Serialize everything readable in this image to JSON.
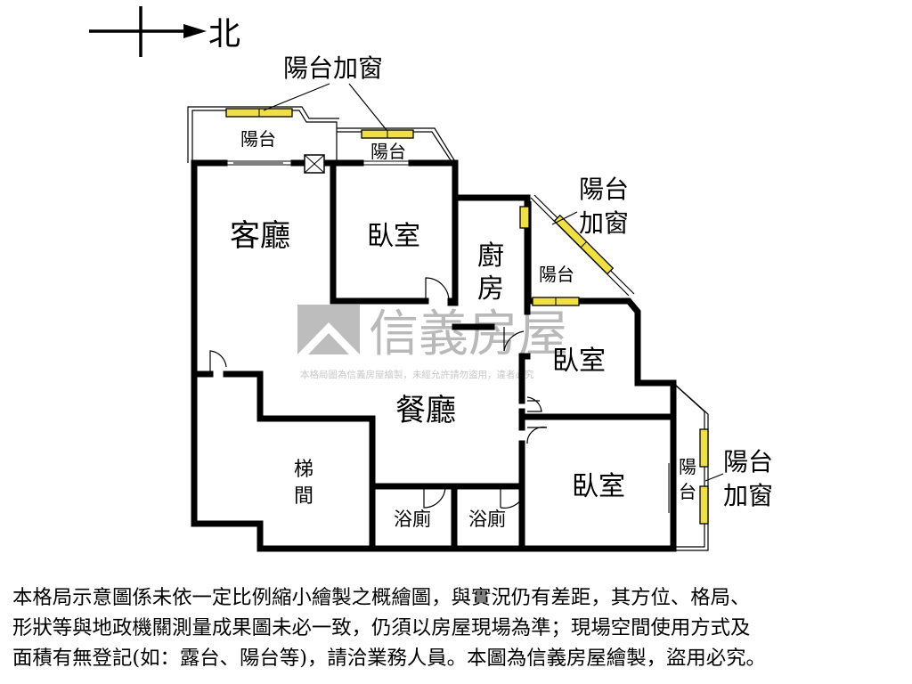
{
  "compass": {
    "north_label": "北"
  },
  "rooms": {
    "living_room": "客廳",
    "bedroom_top": "臥室",
    "kitchen_1": "廚",
    "kitchen_2": "房",
    "bedroom_right": "臥室",
    "dining_room": "餐廳",
    "stairwell_1": "梯",
    "stairwell_2": "間",
    "bathroom_left": "浴廁",
    "bathroom_right": "浴廁",
    "bedroom_bottom": "臥室"
  },
  "balconies": {
    "top_left": "陽台",
    "top_mid": "陽台",
    "kitchen": "陽台",
    "right_1": "陽",
    "right_2": "台"
  },
  "callouts": {
    "top": "陽台加窗",
    "diag_1": "陽台",
    "diag_2": "加窗",
    "right_1": "陽台",
    "right_2": "加窗"
  },
  "watermark": {
    "brand": "信義房屋",
    "notice": "本格局圖為信義房屋繪製，未經允許請勿盜用，違者必究"
  },
  "disclaimer": {
    "line1": "本格局示意圖係未依一定比例縮小繪製之概繪圖，與實況仍有差距，其方位、格局、",
    "line2": "形狀等與地政機關測量成果圖未必一致，仍須以房屋現場為準；現場空間使用方式及",
    "line3": "面積有無登記(如：露台、陽台等)，請洽業務人員。本圖為信義房屋繪製，盜用必究。"
  },
  "colors": {
    "window_fill": "#f0e040",
    "watermark": "#b9b9b9",
    "wall": "#000000"
  }
}
